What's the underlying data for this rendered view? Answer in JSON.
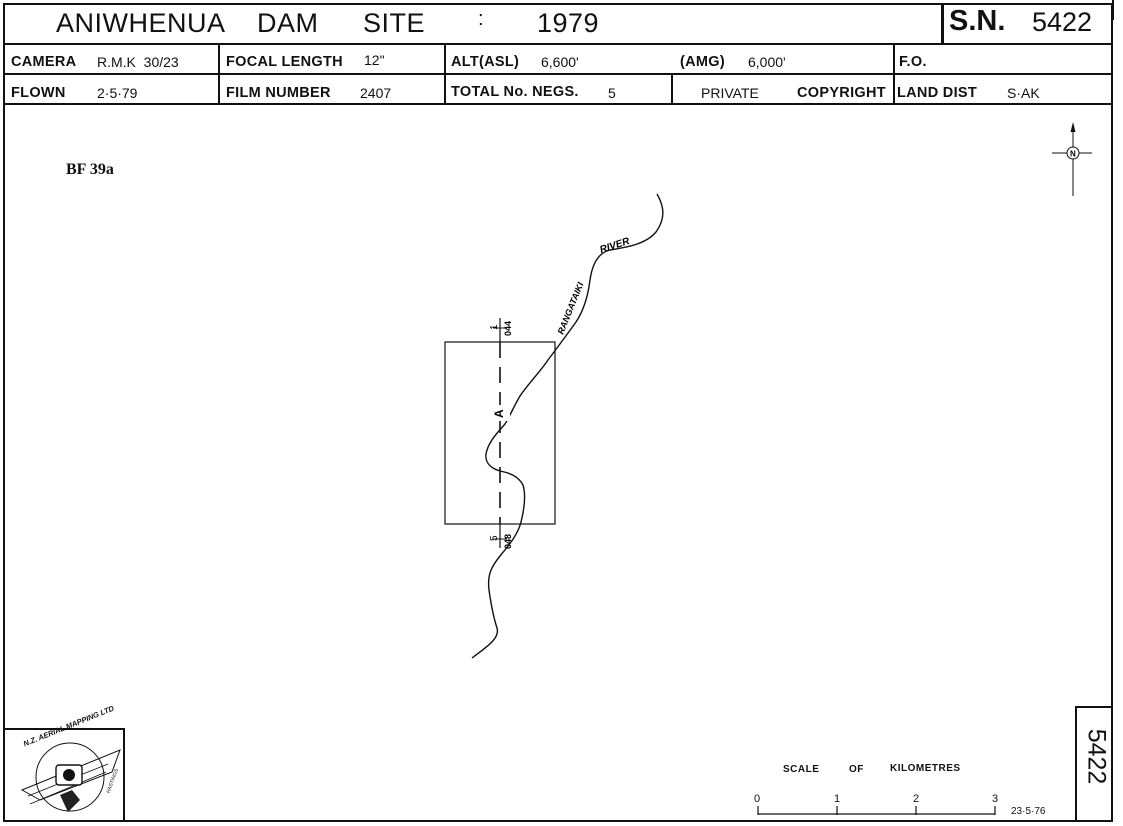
{
  "title": {
    "word1": "ANIWHENUA",
    "word2": "DAM",
    "word3": "SITE",
    "separator": ":",
    "year": "1979",
    "sn_label": "S.N.",
    "sn_number": "5422"
  },
  "row1": {
    "camera_label": "CAMERA",
    "camera_value": "R.M.K  30/23",
    "focal_label": "FOCAL LENGTH",
    "focal_value": "12\"",
    "alt_label": "ALT(ASL)",
    "alt_value": "6,600'",
    "amg_label": "(AMG)",
    "amg_value": "6,000'",
    "fo_label": "F.O."
  },
  "row2": {
    "flown_label": "FLOWN",
    "flown_value": "2·5·79",
    "film_label": "FILM NUMBER",
    "film_value": "2407",
    "negs_label": "TOTAL No. NEGS.",
    "negs_value": "5",
    "private_label": "PRIVATE",
    "copyright_label": "COPYRIGHT",
    "land_label": "LAND DIST",
    "land_value": "S·AK"
  },
  "map": {
    "ref": "BF 39a",
    "river_label_1": "RANGATAIKI",
    "river_label_2": "RIVER",
    "run_label": "A",
    "top_frame_num": "1",
    "top_frame_code": "044",
    "bottom_frame_num": "5",
    "bottom_frame_code": "048",
    "north_symbol": "N"
  },
  "scale": {
    "word1": "SCALE",
    "word2": "OF",
    "word3": "KILOMETRES",
    "ticks": [
      "0",
      "1",
      "2",
      "3"
    ],
    "date": "23·5·76"
  },
  "side_number": "5422",
  "logo": {
    "text": "N.Z. AERIAL MAPPING LTD",
    "small": "HASTINGS"
  }
}
